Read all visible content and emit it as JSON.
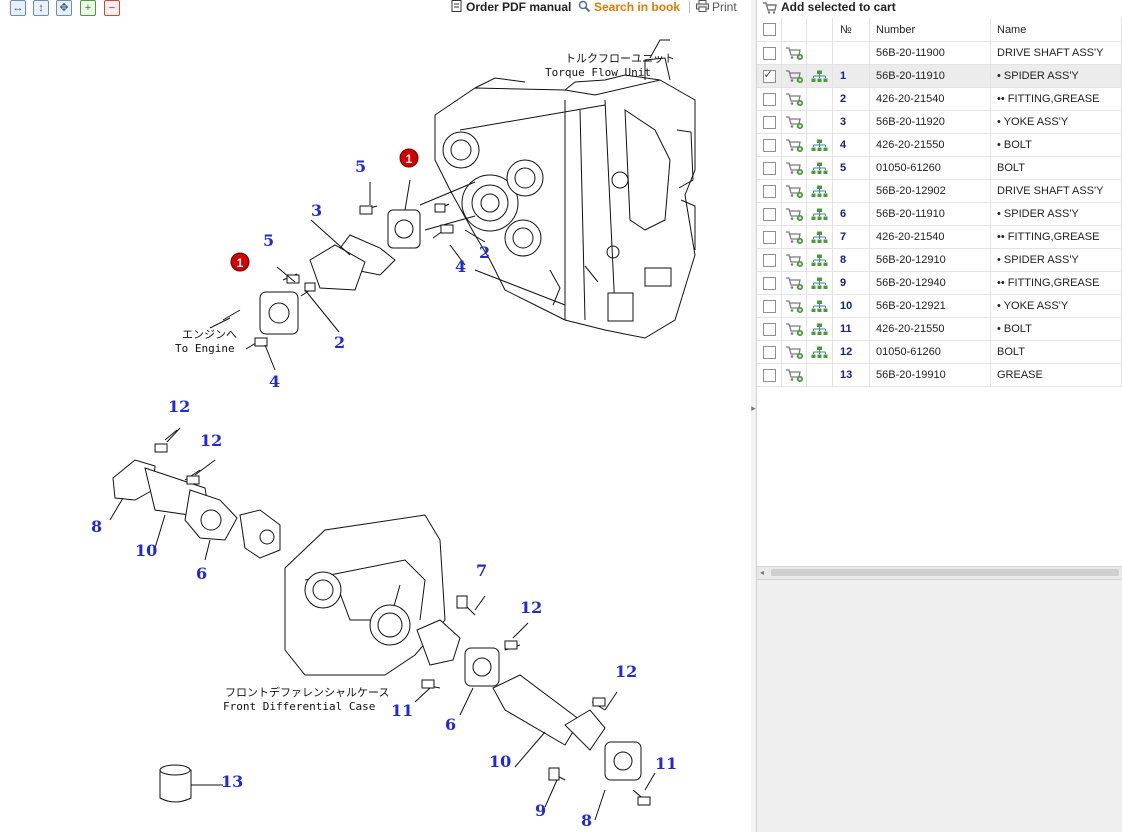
{
  "toolbar": {
    "icons": [
      "fit-width-icon",
      "fit-height-icon",
      "fit-page-icon",
      "zoom-in-icon",
      "zoom-out-icon"
    ],
    "order_pdf_label": "Order PDF manual",
    "search_label": "Search in book",
    "print_label": "Print"
  },
  "drawing": {
    "labels": {
      "torque_jp": "トルクフローユニット",
      "torque_en": "Torque Flow Unit",
      "engine_jp": "エンジンへ",
      "engine_en": "To Engine",
      "diff_jp": "フロントデファレンシャルケース",
      "diff_en": "Front Differential Case"
    },
    "callouts": {
      "c1a": "1",
      "c1b": "1",
      "c5a": "5",
      "c5b": "5",
      "c3": "3",
      "c2a": "2",
      "c2b": "2",
      "c4a": "4",
      "c4b": "4",
      "c12a": "12",
      "c12b": "12",
      "c12c": "12",
      "c12d": "12",
      "c8a": "8",
      "c8b": "8",
      "c10a": "10",
      "c10b": "10",
      "c6a": "6",
      "c6b": "6",
      "c7": "7",
      "c11a": "11",
      "c11b": "11",
      "c9": "9",
      "c13": "13"
    },
    "highlight_color": "#d40000",
    "callout_color": "#1f2ad4"
  },
  "cart": {
    "add_selected_label": "Add selected to cart"
  },
  "table": {
    "headers": {
      "no": "№",
      "number": "Number",
      "name": "Name"
    },
    "rows": [
      {
        "no": "",
        "number": "56B-20-11900",
        "name": "DRIVE SHAFT ASS'Y",
        "checked": false,
        "tree": false
      },
      {
        "no": "1",
        "number": "56B-20-11910",
        "name": "• SPIDER ASS'Y",
        "checked": true,
        "tree": true
      },
      {
        "no": "2",
        "number": "426-20-21540",
        "name": "•• FITTING,GREASE",
        "checked": false,
        "tree": false
      },
      {
        "no": "3",
        "number": "56B-20-11920",
        "name": "• YOKE ASS'Y",
        "checked": false,
        "tree": false
      },
      {
        "no": "4",
        "number": "426-20-21550",
        "name": "• BOLT",
        "checked": false,
        "tree": true
      },
      {
        "no": "5",
        "number": "01050-61260",
        "name": "BOLT",
        "checked": false,
        "tree": true
      },
      {
        "no": "",
        "number": "56B-20-12902",
        "name": "DRIVE SHAFT ASS'Y",
        "checked": false,
        "tree": true
      },
      {
        "no": "6",
        "number": "56B-20-11910",
        "name": "• SPIDER ASS'Y",
        "checked": false,
        "tree": true
      },
      {
        "no": "7",
        "number": "426-20-21540",
        "name": "•• FITTING,GREASE",
        "checked": false,
        "tree": true
      },
      {
        "no": "8",
        "number": "56B-20-12910",
        "name": "• SPIDER ASS'Y",
        "checked": false,
        "tree": true
      },
      {
        "no": "9",
        "number": "56B-20-12940",
        "name": "•• FITTING,GREASE",
        "checked": false,
        "tree": true
      },
      {
        "no": "10",
        "number": "56B-20-12921",
        "name": "• YOKE ASS'Y",
        "checked": false,
        "tree": true
      },
      {
        "no": "11",
        "number": "426-20-21550",
        "name": "• BOLT",
        "checked": false,
        "tree": true
      },
      {
        "no": "12",
        "number": "01050-61260",
        "name": "BOLT",
        "checked": false,
        "tree": true
      },
      {
        "no": "13",
        "number": "56B-20-19910",
        "name": "GREASE",
        "checked": false,
        "tree": false
      }
    ]
  },
  "colors": {
    "selected_row": "#ececec",
    "callout_blue": "#1f2ad4",
    "search_orange": "#e07a00",
    "cart_green": "#3f9a2f"
  }
}
